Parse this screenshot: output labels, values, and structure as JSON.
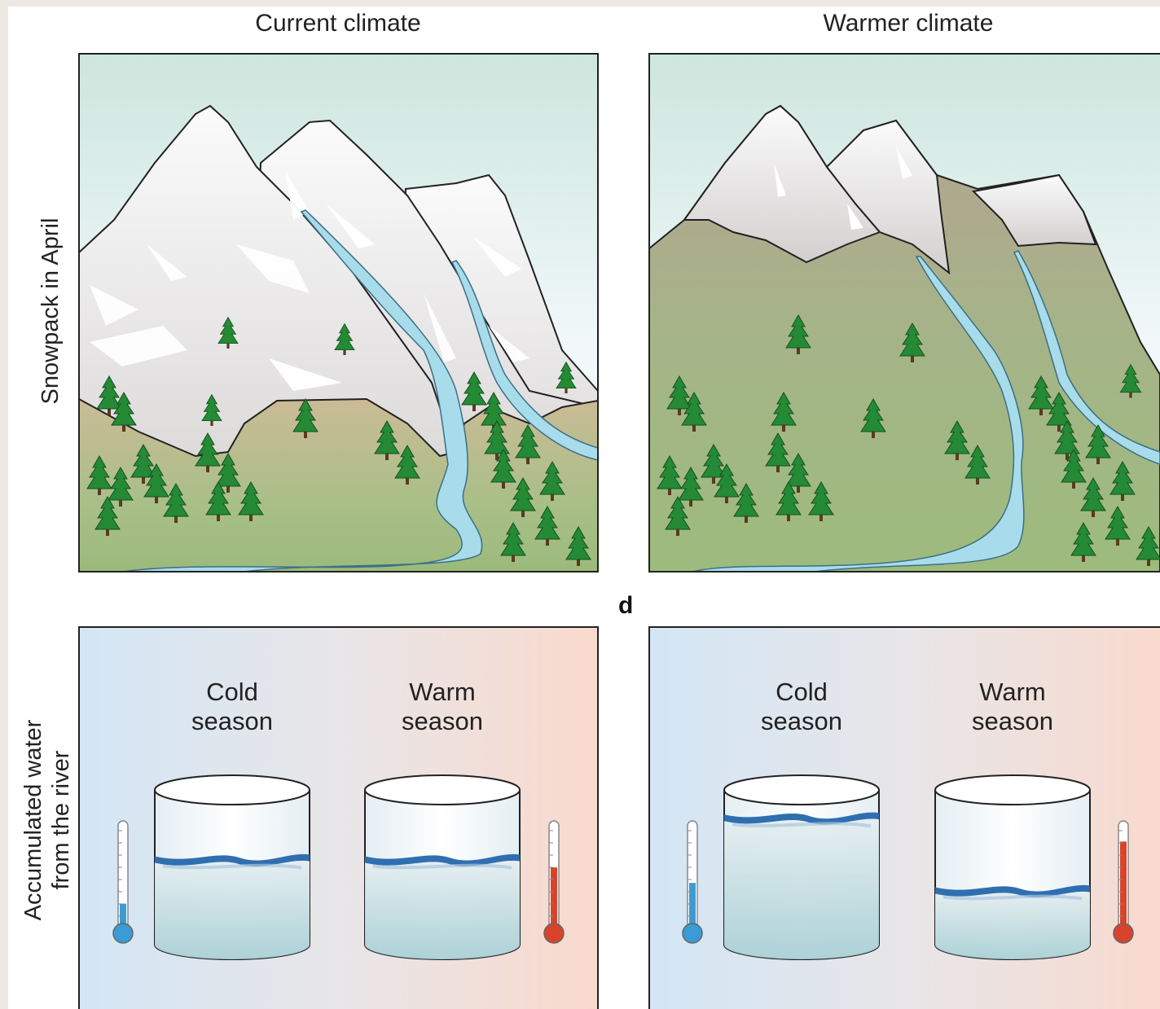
{
  "columns": {
    "left_title": "Current climate",
    "right_title": "Warmer climate"
  },
  "rows": {
    "top_label": "Snowpack in April",
    "bottom_label_line1": "Accumulated water",
    "bottom_label_line2": "from the river"
  },
  "panel_letter": "d",
  "bottom_panels": {
    "cold_label_line1": "Cold",
    "cold_label_line2": "season",
    "warm_label_line1": "Warm",
    "warm_label_line2": "season"
  },
  "water_levels": {
    "current_cold": 0.55,
    "current_warm": 0.55,
    "warmer_cold": 0.82,
    "warmer_warm": 0.35
  },
  "thermometer_levels": {
    "current_cold": 0.2,
    "current_warm": 0.55,
    "warmer_cold": 0.4,
    "warmer_warm": 0.8
  },
  "colors": {
    "sky": "#e8f4f4",
    "snow": "#f2f2f2",
    "grass": "#9fbc7e",
    "soil": "#b7a18f",
    "river": "#a9dcea",
    "tree": "#2a8a3a",
    "water_band": "#2f6fb0",
    "cold_bg": "#d3e6f4",
    "warm_bg": "#f8d8cc",
    "thermo_cold": "#3a9bd6",
    "thermo_warm": "#d9432b"
  }
}
